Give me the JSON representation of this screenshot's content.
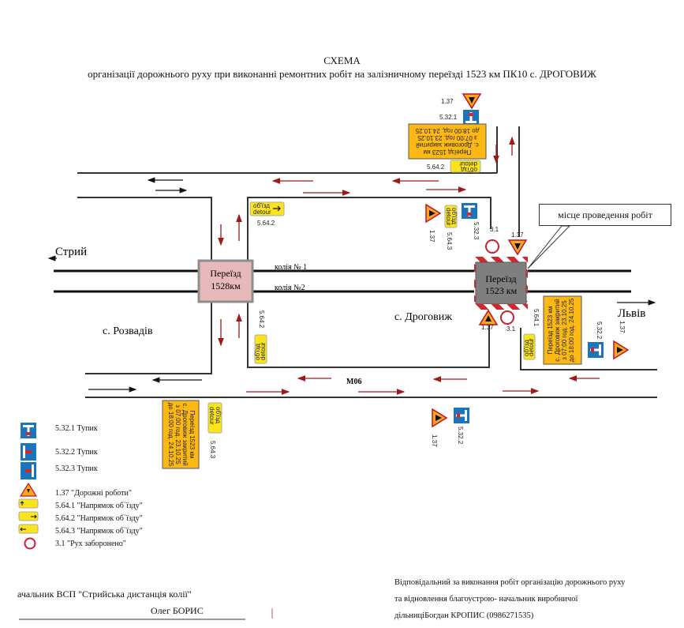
{
  "header": {
    "title": "СХЕМА",
    "subtitle": "організації дорожнього руху при виконанні ремонтних робіт на залізничному переїзді 1523 км ПК10 с. ДРОГОВИЖ"
  },
  "map": {
    "directions": {
      "left": "Стрий",
      "right": "Львів"
    },
    "villages": {
      "left": "с. Розвадів",
      "right": "с. Дроговиж"
    },
    "road_name": "М06",
    "tracks": {
      "track1": "колія № 1",
      "track2": "колія №2"
    },
    "crossing_left": {
      "line1": "Переїзд",
      "line2": "1528км"
    },
    "crossing_right": {
      "line1": "Переїзд",
      "line2": "1523 км"
    },
    "work_site_callout": "місце проведення  робіт",
    "sign_codes": {
      "s137": "1.37",
      "s5321": "5.32.1",
      "s5322": "5.32.2",
      "s5323": "5.32.3",
      "s5641": "5.64.1",
      "s5642": "5.64.2",
      "s5643": "5.64.3",
      "s31": "3.1"
    },
    "detour_text": {
      "line1": "об'їзд",
      "line2": "detour"
    },
    "info_board": {
      "line1": "Переїзд 1523 км",
      "line2": "с. Дроговиж закритий",
      "line3": "з 07:00 год. 23.10.25",
      "line4": "до 18:00 год. 24.10.25"
    },
    "colors": {
      "road": "#333333",
      "arrow_red": "#a01a1a",
      "sign_blue": "#1b75bc",
      "sign_yellow": "#fbe51a",
      "board_orange": "#fdb913",
      "crossing_left_fill": "#e7b9bb",
      "crossing_right_fill": "#7f7f7f"
    }
  },
  "legend": [
    {
      "icon": "dead-end-5.32.1-icon",
      "label": "5.32.1 Тупик"
    },
    {
      "icon": "dead-end-5.32.2-icon",
      "label": "5.32.2 Тупик"
    },
    {
      "icon": "dead-end-5.32.3-icon",
      "label": "5.32.3 Тупик"
    },
    {
      "icon": "road-works-icon",
      "label": "1.37 \"Дорожні роботи\""
    },
    {
      "icon": "detour-5.64.1-icon",
      "label": "5.64.1 \"Напрямок об`їзду\""
    },
    {
      "icon": "detour-5.64.2-icon",
      "label": "5.64.2 \"Напрямок об`їзду\""
    },
    {
      "icon": "detour-5.64.3-icon",
      "label": "5.64.3 \"Напрямок об`їзду\""
    },
    {
      "icon": "no-traffic-icon",
      "label": "3.1 \"Рух заборонено\""
    }
  ],
  "footer": {
    "left_line1": "ачальник ВСП \"Стрийська дистанція колії\"",
    "left_line2": "Олег БОРИС",
    "right_line1": "Відповідальний за виконання робіт організацію дорожнього руху",
    "right_line2": "та відновлення благоустрою- начальник виробничої",
    "right_line3": "дільниціБогдан КРОПИС (0986271535)"
  }
}
